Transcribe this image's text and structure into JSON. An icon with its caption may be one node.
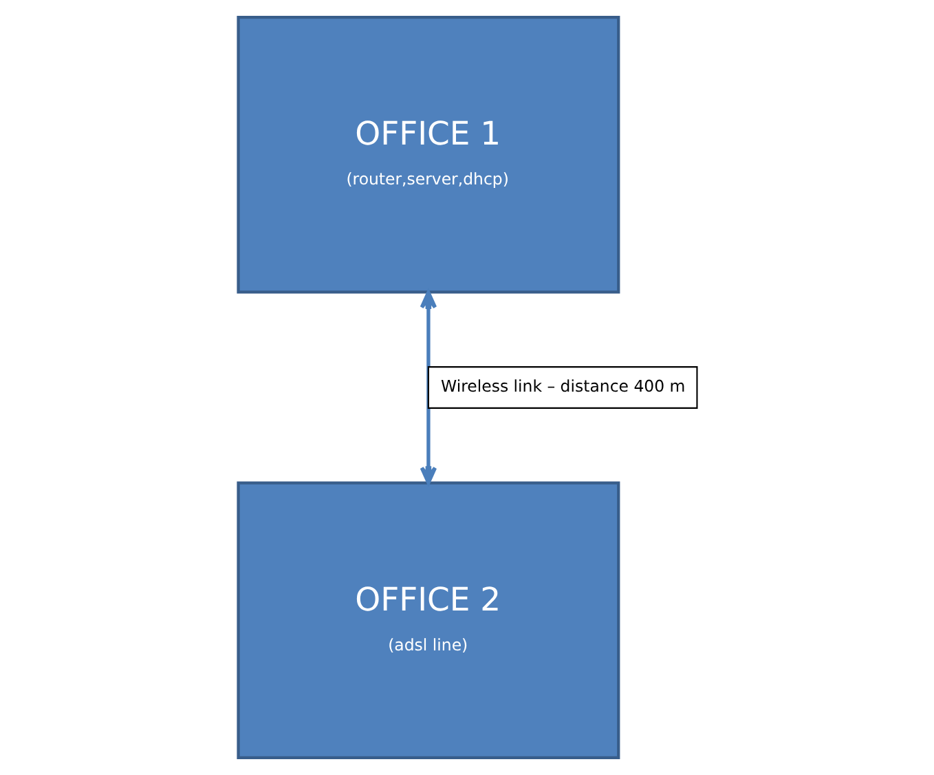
{
  "diagram": {
    "nodes": [
      {
        "text": [
          "OFFICE 1",
          "(router,server,dhcp)"
        ]
      },
      {
        "text": [
          "OFFICE 2",
          "(adsl line)"
        ]
      }
    ],
    "edges": [
      {
        "from": 0,
        "to": 1,
        "arrow": "both",
        "label": "Wireless link – distance 400 m"
      }
    ]
  }
}
